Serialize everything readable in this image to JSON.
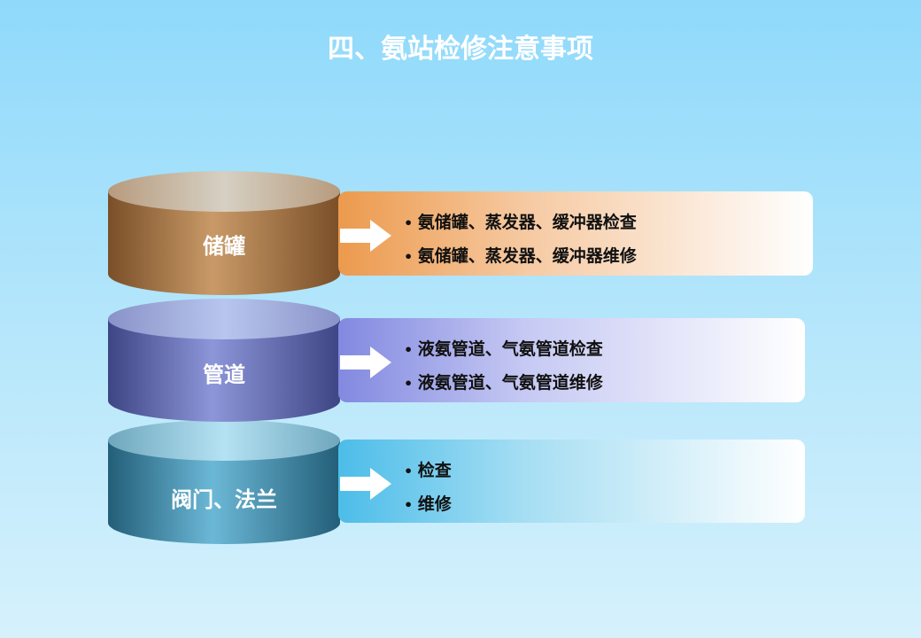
{
  "title": "四、氨站检修注意事项",
  "rows": [
    {
      "label": "储罐",
      "items": [
        "氨储罐、蒸发器、缓冲器检查",
        "氨储罐、蒸发器、缓冲器维修"
      ],
      "color": "#b07a45"
    },
    {
      "label": "管道",
      "items": [
        "液氨管道、气氨管道检查",
        "液氨管道、气氨管道维修"
      ],
      "color": "#6a70b8"
    },
    {
      "label": "阀门、法兰",
      "items": [
        "检查",
        "维修"
      ],
      "color": "#3a8aaa"
    }
  ]
}
